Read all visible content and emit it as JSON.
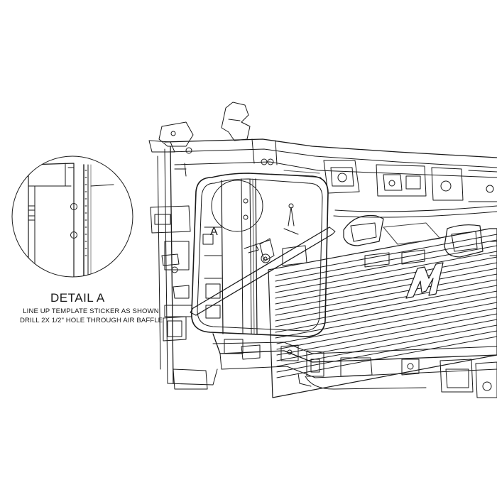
{
  "detail": {
    "title": "DETAIL A",
    "instruction_1": "LINE UP TEMPLATE STICKER AS SHOWN",
    "instruction_2": "DRILL 2X 1/2\" HOLE THROUGH AIR BAFFLE"
  },
  "callout": {
    "label": "A"
  },
  "logo": {
    "text": "M"
  },
  "colors": {
    "line": "#1a1a1a",
    "background": "#ffffff",
    "light_line": "#888888"
  }
}
